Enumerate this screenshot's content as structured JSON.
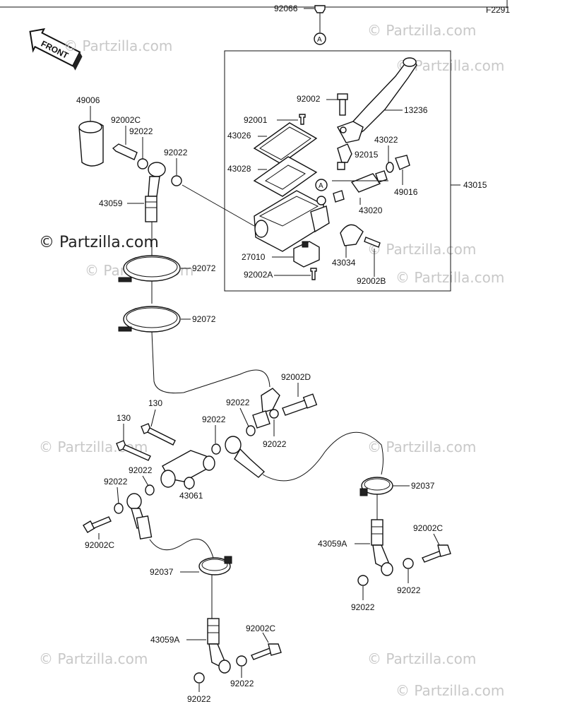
{
  "figure_code": "F2291",
  "front_label": "FRONT",
  "watermark": "© Partzilla.com",
  "callout_marker": "A",
  "labels": {
    "l_92066": "92066",
    "l_92002_top": "92002",
    "l_13236": "13236",
    "l_92001": "92001",
    "l_43026": "43026",
    "l_43022": "43022",
    "l_92015": "92015",
    "l_43028": "43028",
    "l_43015": "43015",
    "l_49016": "49016",
    "l_43020": "43020",
    "l_27010": "27010",
    "l_43034": "43034",
    "l_92002A": "92002A",
    "l_92002B": "92002B",
    "l_49006": "49006",
    "l_92002C_top": "92002C",
    "l_92022_a": "92022",
    "l_92022_b": "92022",
    "l_43059": "43059",
    "l_92072_a": "92072",
    "l_92072_b": "92072",
    "l_92002D": "92002D",
    "l_92022_c": "92022",
    "l_92022_d": "92022",
    "l_92022_e": "92022",
    "l_130_a": "130",
    "l_130_b": "130",
    "l_92022_f": "92022",
    "l_92022_g": "92022",
    "l_43061": "43061",
    "l_92002C_left": "92002C",
    "l_92037_right": "92037",
    "l_92002C_right": "92002C",
    "l_43059A_right": "43059A",
    "l_92022_h": "92022",
    "l_92022_i": "92022",
    "l_92037_left": "92037",
    "l_43059A_left": "43059A",
    "l_92002C_bottom": "92002C",
    "l_92022_j": "92022",
    "l_92022_k": "92022"
  }
}
